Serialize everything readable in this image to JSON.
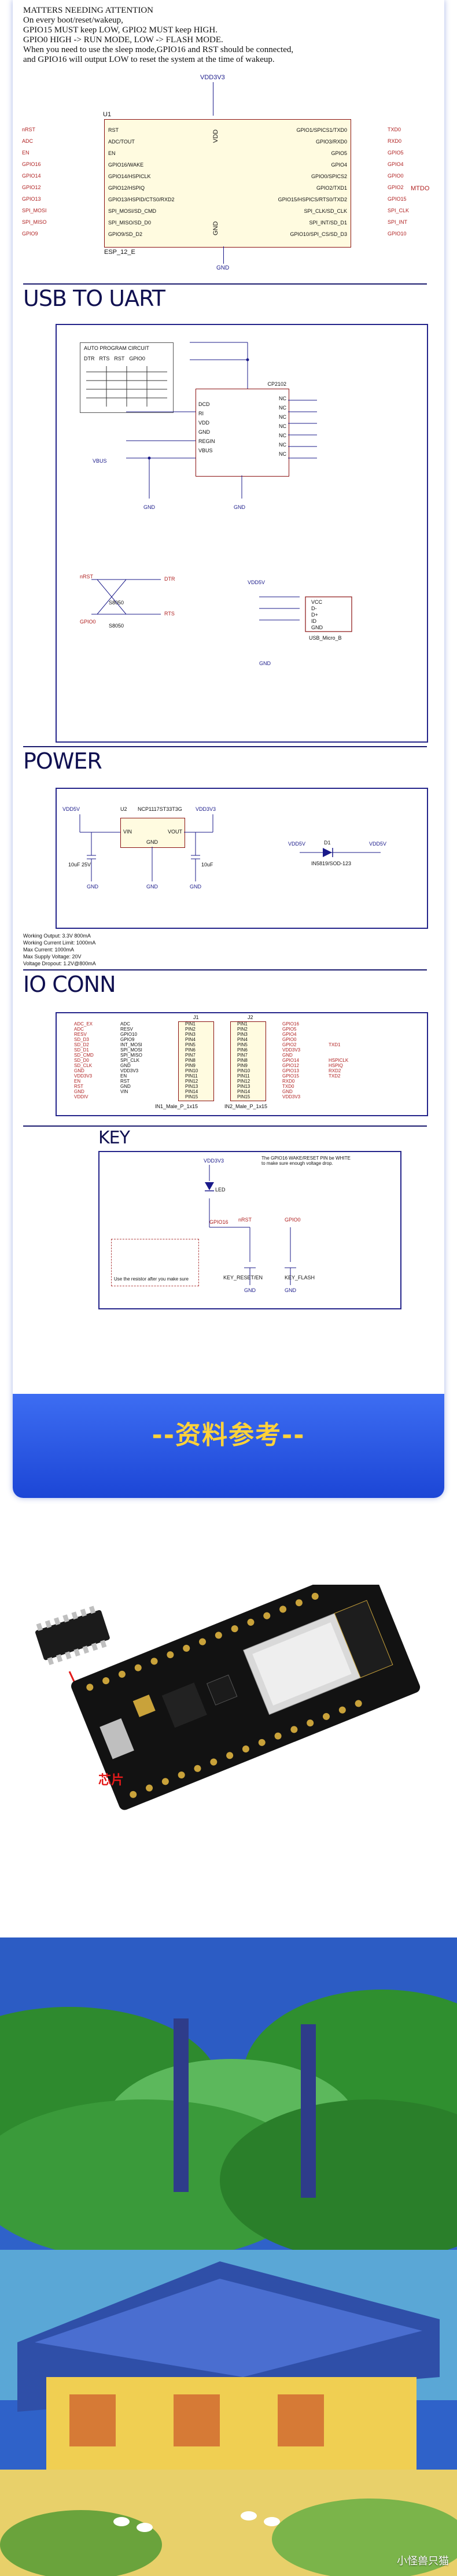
{
  "notes": {
    "line1": "MATTERS NEEDING ATTENTION",
    "line2": "On every boot/reset/wakeup,",
    "line3": "GPIO15 MUST keep LOW, GPIO2 MUST keep HIGH.",
    "line4": "GPIO0 HIGH -> RUN MODE, LOW -> FLASH MODE.",
    "line5": "When you need to use the sleep mode,GPIO16 and RST should be connected,",
    "line6": "and GPIO16 will output LOW to reset the system at the time of wakeup."
  },
  "esp_module": {
    "vdd_label": "VDD3V3",
    "u_label": "U1",
    "part": "ESP_12_E",
    "left_nets": [
      "nRST",
      "ADC",
      "EN",
      "GPIO16",
      "GPIO14",
      "GPIO12",
      "GPIO13",
      "SPI_MOSI",
      "SPI_MISO",
      "GPIO9"
    ],
    "left_pins": [
      "RST",
      "ADC/TOUT",
      "EN",
      "GPIO16/WAKE",
      "GPIO14/HSPICLK",
      "GPIO12/HSPIQ",
      "GPIO13/HSPID/CTS0/RXD2",
      "SPI_MOSI/SD_CMD",
      "SPI_MISO/SD_D0",
      "GPIO9/SD_D2"
    ],
    "right_pins": [
      "GPIO1/SPICS1/TXD0",
      "GPIO3/RXD0",
      "GPIO5",
      "GPIO4",
      "GPIO0/SPICS2",
      "GPIO2/TXD1",
      "GPIO15/HSPICS/RTS0/TXD2",
      "SPI_CLK/SD_CLK",
      "SPI_INT/SD_D1",
      "GPIO10/SPI_CS/SD_D3"
    ],
    "right_nets": [
      "TXD0",
      "RXD0",
      "GPIO5",
      "GPIO4",
      "GPIO0",
      "GPIO2",
      "GPIO15",
      "SPI_CLK",
      "SPI_INT",
      "GPIO10"
    ],
    "vdd_pin": "VDD",
    "gnd_pin": "GND",
    "mtdo": "MTDO"
  },
  "sections": {
    "usb": "USB TO UART",
    "power": "POWER",
    "io": "IO CONN",
    "key": "KEY"
  },
  "usb_uart": {
    "auto_program": "AUTO PROGRAM CIRCUIT",
    "auto_cols": [
      "DTR",
      "RTS",
      "RST",
      "GPIO0"
    ],
    "chip": "CP2102",
    "chip_left": [
      "DCD",
      "RI",
      "VDD",
      "GND",
      "REGIN",
      "VBUS"
    ],
    "chip_right": [
      "NC",
      "NC",
      "NC",
      "NC",
      "NC",
      "NC",
      "NC"
    ],
    "micro_usb": "USB_Micro_B",
    "usb_pins": [
      "VCC",
      "D-",
      "D+",
      "ID",
      "GND"
    ],
    "transistors": [
      "S8050",
      "S8050"
    ],
    "vdd5v": "VDD5V",
    "vbus_label": "VBUS",
    "gnd": "GND",
    "nrst": "nRST",
    "gpio0": "GPIO0",
    "dtr": "DTR",
    "rts": "RTS"
  },
  "power": {
    "regulator": "NCP1117ST33T3G",
    "u_label": "U2",
    "vdd5v": "VDD5V",
    "vdd3v3": "VDD3V3",
    "vin": "VIN",
    "vout": "VOUT",
    "gnd": "GND",
    "cap_left": "10uF 25V",
    "cap_right": "10uF",
    "diode": "D1",
    "diode_part": "IN5819/SOD-123",
    "vin_label": "VDD5V",
    "vusb_label": "VDD5V",
    "specs": [
      "Working Output: 3.3V 800mA",
      "Working Current Limit: 1000mA",
      "Max Current: 1000mA",
      "Max Supply Voltage: 20V",
      "Voltage Dropout: 1.2V@800mA"
    ]
  },
  "io_conn": {
    "j1": "J1",
    "j2": "J2",
    "left_nets": [
      "ADC_EX",
      "ADC",
      "RESV",
      "SD_D3",
      "SD_D2",
      "SD_D1",
      "SD_CMD",
      "SD_D0",
      "SD_CLK",
      "GND",
      "VDD3V3",
      "EN",
      "RST",
      "GND",
      "VDDIV"
    ],
    "left_pins": [
      "ADC",
      "RESV",
      "GPIO10",
      "GPIO9",
      "INT_MOSI",
      "SPI_MOSI",
      "SPI_MISO",
      "SPI_CLK",
      "GND",
      "VDD3V3",
      "EN",
      "RST",
      "GND",
      "VIN"
    ],
    "pin_names": [
      "PIN1",
      "PIN2",
      "PIN3",
      "PIN4",
      "PIN5",
      "PIN6",
      "PIN7",
      "PIN8",
      "PIN9",
      "PIN10",
      "PIN11",
      "PIN12",
      "PIN13",
      "PIN14",
      "PIN15"
    ],
    "right_nets": [
      "GPIO16",
      "GPIO5",
      "GPIO4",
      "GPIO0",
      "GPIO2",
      "VDD3V3",
      "GND",
      "GPIO14",
      "GPIO12",
      "GPIO13",
      "GPIO15",
      "RXD0",
      "TXD0",
      "GND",
      "VDD3V3"
    ],
    "right_extra": [
      "",
      "",
      "",
      "",
      "TXD1",
      "",
      "",
      "HSPICLK",
      "HSPIQ",
      "RXD2",
      "TXD2",
      "",
      "",
      "",
      ""
    ],
    "left_caption": "IN1_Male_P_1x15",
    "right_caption": "IN2_Male_P_1x15"
  },
  "key": {
    "note": "The GPIO16 WAKE/RESET PIN be WHITE to make sure enough voltage drop.",
    "vdd3v3": "VDD3V3",
    "led": "LED",
    "gpio16": "GPIO16",
    "gnd": "GND",
    "key1": "KEY_RESET/EN",
    "key2": "KEY_FLASH",
    "gpio0": "GPIO0",
    "nrst": "nRST",
    "caption": "Use the resistor after you make sure"
  },
  "banner": "--资料参考--",
  "photo": {
    "chip_label": "芯片"
  },
  "watermark": "小怪兽只猫",
  "colors": {
    "accent": "#1c46d6",
    "banner_text": "#ffd23a",
    "section_title": "#101050",
    "chip_label": "#e31a1a"
  }
}
